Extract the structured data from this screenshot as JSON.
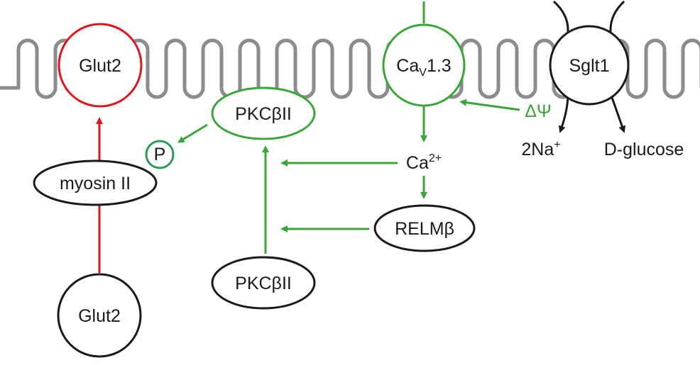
{
  "colors": {
    "green": "#3aa63a",
    "red": "#e0161d",
    "black": "#1a1a1a",
    "membrane": "#8c8c8c",
    "phospho_ring": "#2e9a5a"
  },
  "nodes": {
    "glut2_membrane": "Glut2",
    "glut2_cytosol": "Glut2",
    "myosin": "myosin II",
    "phospho": "P",
    "pkc_top": "PKCβII",
    "pkc_bottom": "PKCβII",
    "cav_base": "Ca",
    "cav_sub": "V",
    "cav_suffix": "1.3",
    "ca_base": "Ca",
    "ca_sup": "2+",
    "relm": "RELMβ",
    "sglt1": "Sglt1",
    "delta_psi": "ΔΨ",
    "na_base": "2Na",
    "na_sup": "+",
    "glucose_prefix": "D",
    "glucose_rest": "-glucose"
  }
}
